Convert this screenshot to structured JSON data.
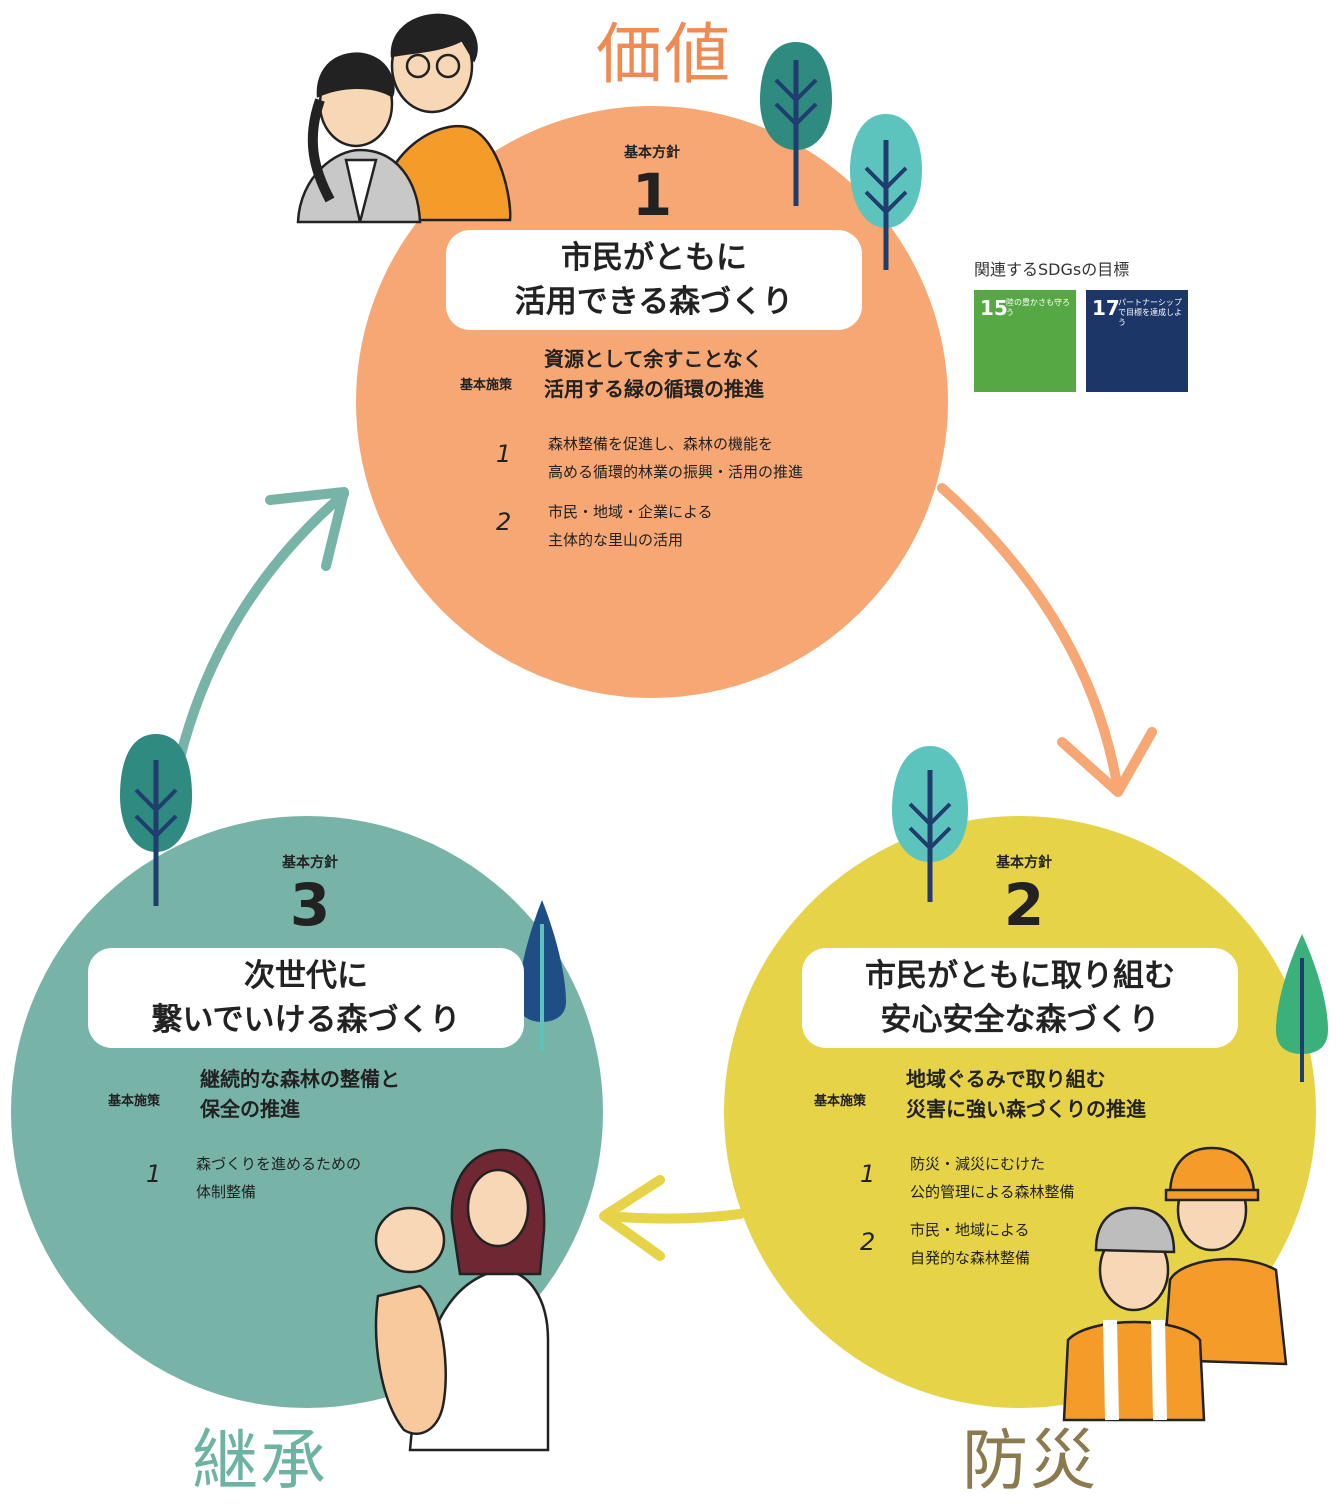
{
  "themes": {
    "top": "価値",
    "right": "防災",
    "left": "継承"
  },
  "colors": {
    "value": "#ef8a52",
    "disaster": "#8a7a4d",
    "inherit": "#6cb3a2",
    "circle1": "#f6a774",
    "circle2": "#e6d348",
    "circle3": "#77b4a7"
  },
  "policy1": {
    "label": "基本方針",
    "number": "1",
    "title": [
      "市民がともに",
      "活用できる森づくり"
    ],
    "measure_label": "基本施策",
    "measure": [
      "資源として余すことなく",
      "活用する緑の循環の推進"
    ],
    "items": [
      {
        "num": "1",
        "lines": [
          "森林整備を促進し、森林の機能を",
          "高める循環的林業の振興・活用の推進"
        ]
      },
      {
        "num": "2",
        "lines": [
          "市民・地域・企業による",
          "主体的な里山の活用"
        ]
      }
    ]
  },
  "policy2": {
    "label": "基本方針",
    "number": "2",
    "title": [
      "市民がともに取り組む",
      "安心安全な森づくり"
    ],
    "measure_label": "基本施策",
    "measure": [
      "地域ぐるみで取り組む",
      "災害に強い森づくりの推進"
    ],
    "items": [
      {
        "num": "1",
        "lines": [
          "防災・減災にむけた",
          "公的管理による森林整備"
        ]
      },
      {
        "num": "2",
        "lines": [
          "市民・地域による",
          "自発的な森林整備"
        ]
      }
    ]
  },
  "policy3": {
    "label": "基本方針",
    "number": "3",
    "title": [
      "次世代に",
      "繋いでいける森づくり"
    ],
    "measure_label": "基本施策",
    "measure": [
      "継続的な森林の整備と",
      "保全の推進"
    ],
    "items": [
      {
        "num": "1",
        "lines": [
          "森づくりを進めるための",
          "体制整備"
        ]
      }
    ]
  },
  "sdgs": {
    "title": "関連するSDGsの目標",
    "goals": [
      {
        "num": "15",
        "name": "陸の豊かさも守ろう",
        "color": "#56a845",
        "icon": "tree-birds-icon"
      },
      {
        "num": "17",
        "name": "パートナーシップで目標を達成しよう",
        "color": "#1d3668",
        "icon": "partnership-flower-icon"
      }
    ]
  }
}
